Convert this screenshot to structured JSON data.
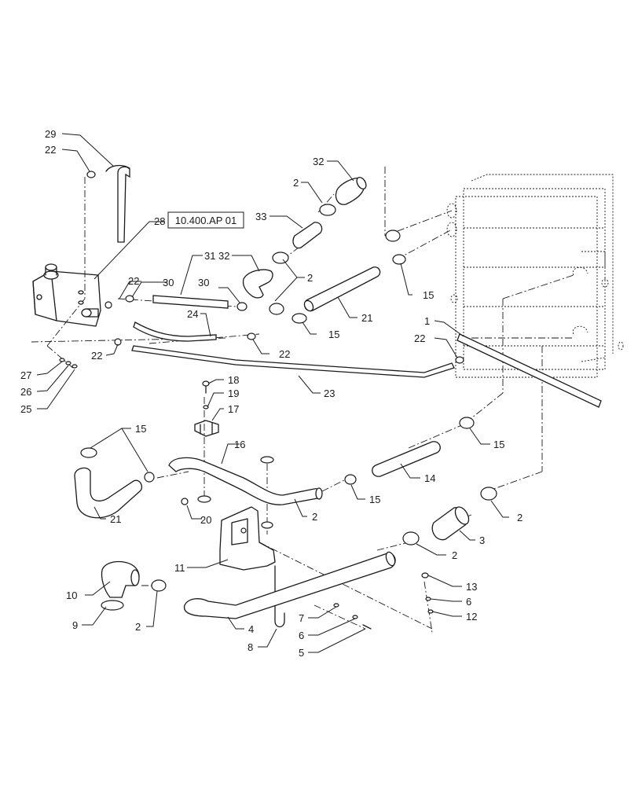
{
  "reference_box": {
    "label": "10.400.AP 01"
  },
  "callouts": [
    {
      "id": "c29",
      "text": "29"
    },
    {
      "id": "c22a",
      "text": "22"
    },
    {
      "id": "c28",
      "text": "28"
    },
    {
      "id": "c32a",
      "text": "32"
    },
    {
      "id": "c2a",
      "text": "2"
    },
    {
      "id": "c33",
      "text": "33"
    },
    {
      "id": "c31",
      "text": "31"
    },
    {
      "id": "c32b",
      "text": "32"
    },
    {
      "id": "c2b",
      "text": "2"
    },
    {
      "id": "c22b",
      "text": "22"
    },
    {
      "id": "c30a",
      "text": "30"
    },
    {
      "id": "c30b",
      "text": "30"
    },
    {
      "id": "c15a",
      "text": "15"
    },
    {
      "id": "c24",
      "text": "24"
    },
    {
      "id": "c21a",
      "text": "21"
    },
    {
      "id": "c15b",
      "text": "15"
    },
    {
      "id": "c1",
      "text": "1"
    },
    {
      "id": "c22c",
      "text": "22"
    },
    {
      "id": "c22d",
      "text": "22"
    },
    {
      "id": "c22e",
      "text": "22"
    },
    {
      "id": "c27",
      "text": "27"
    },
    {
      "id": "c26",
      "text": "26"
    },
    {
      "id": "c25",
      "text": "25"
    },
    {
      "id": "c23",
      "text": "23"
    },
    {
      "id": "c18",
      "text": "18"
    },
    {
      "id": "c19",
      "text": "19"
    },
    {
      "id": "c17",
      "text": "17"
    },
    {
      "id": "c15c",
      "text": "15"
    },
    {
      "id": "c16",
      "text": "16"
    },
    {
      "id": "c15d",
      "text": "15"
    },
    {
      "id": "c14",
      "text": "14"
    },
    {
      "id": "c15e",
      "text": "15"
    },
    {
      "id": "c21b",
      "text": "21"
    },
    {
      "id": "c20",
      "text": "20"
    },
    {
      "id": "c2c",
      "text": "2"
    },
    {
      "id": "c2d",
      "text": "2"
    },
    {
      "id": "c3",
      "text": "3"
    },
    {
      "id": "c2e",
      "text": "2"
    },
    {
      "id": "c11",
      "text": "11"
    },
    {
      "id": "c10",
      "text": "10"
    },
    {
      "id": "c13",
      "text": "13"
    },
    {
      "id": "c6a",
      "text": "6"
    },
    {
      "id": "c12",
      "text": "12"
    },
    {
      "id": "c9",
      "text": "9"
    },
    {
      "id": "c2f",
      "text": "2"
    },
    {
      "id": "c4",
      "text": "4"
    },
    {
      "id": "c7",
      "text": "7"
    },
    {
      "id": "c6b",
      "text": "6"
    },
    {
      "id": "c8",
      "text": "8"
    },
    {
      "id": "c5",
      "text": "5"
    }
  ]
}
